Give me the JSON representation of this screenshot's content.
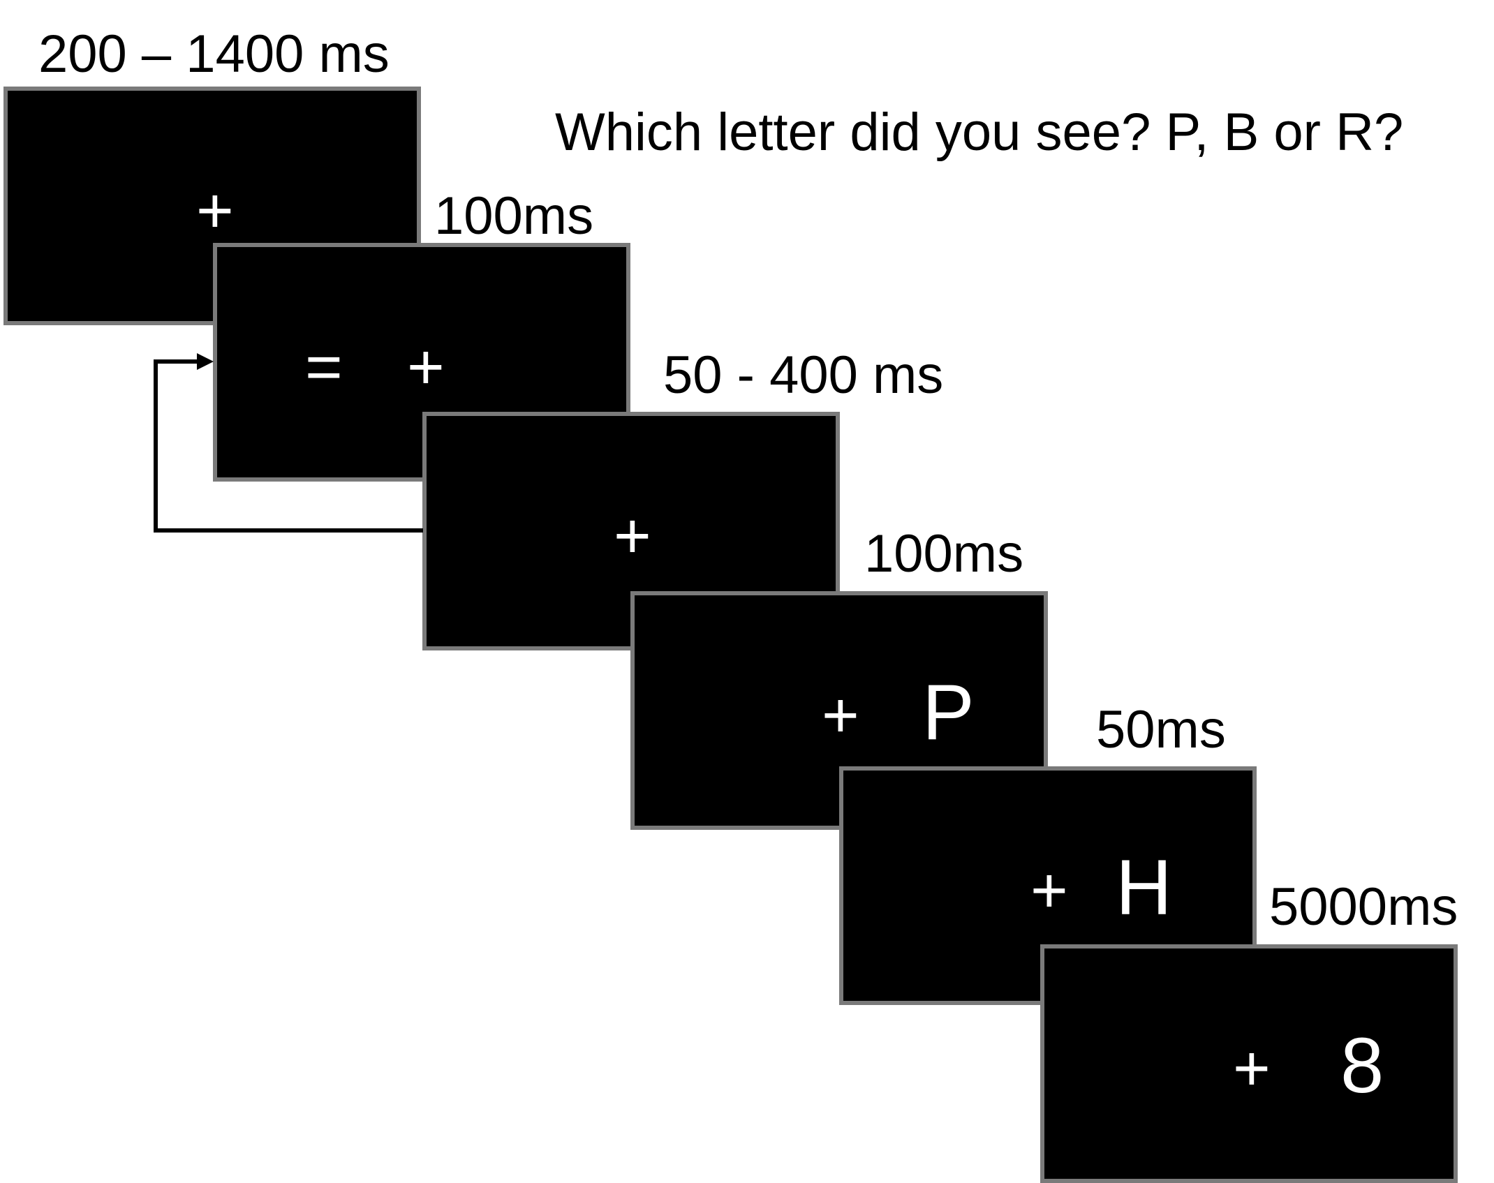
{
  "question": "Which letter did you see? P, B or R?",
  "frames": [
    {
      "duration": "200 – 1400 ms",
      "left_symbol": "",
      "fixation": "+",
      "stimulus": ""
    },
    {
      "duration": "100ms",
      "left_symbol": "=",
      "fixation": "+",
      "stimulus": ""
    },
    {
      "duration": "50 - 400 ms",
      "left_symbol": "",
      "fixation": "+",
      "stimulus": ""
    },
    {
      "duration": "100ms",
      "left_symbol": "",
      "fixation": "+",
      "stimulus": "P"
    },
    {
      "duration": "50ms",
      "left_symbol": "",
      "fixation": "+",
      "stimulus": "H"
    },
    {
      "duration": "5000ms",
      "left_symbol": "",
      "fixation": "+",
      "stimulus": "8"
    }
  ],
  "colors": {
    "frame_fill": "#000000",
    "frame_border": "#7a7a7a",
    "stimulus_text": "#ffffff",
    "label_text": "#000000"
  }
}
